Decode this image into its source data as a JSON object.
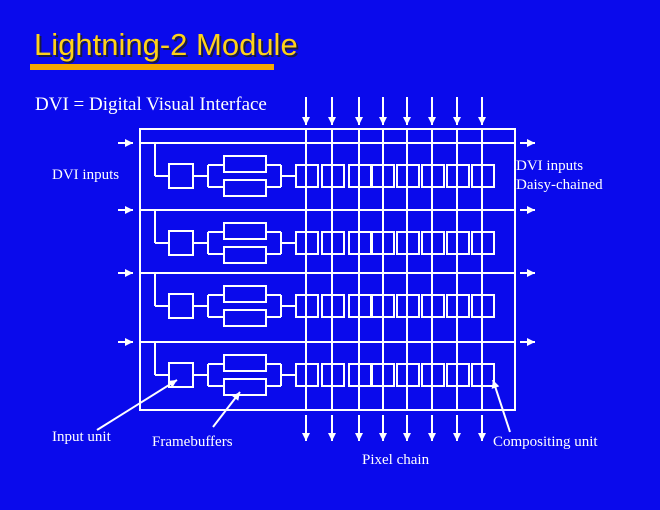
{
  "title": "Lightning-2 Module",
  "definition": "DVI = Digital Visual Interface",
  "labels": {
    "dvi_inputs_left": "DVI inputs",
    "dvi_inputs_right": "DVI inputs",
    "daisy_chained": "Daisy-chained",
    "input_unit": "Input unit",
    "framebuffers": "Framebuffers",
    "compositing_unit": "Compositing unit",
    "pixel_chain": "Pixel chain"
  },
  "colors": {
    "background": "#0a0aec",
    "title": "#ffd21a",
    "underline": "#f5a800",
    "lines": "#ffffff"
  },
  "diagram": {
    "rows": 4,
    "pixel_chain_columns": 8,
    "framebuffers_per_row": 2
  }
}
